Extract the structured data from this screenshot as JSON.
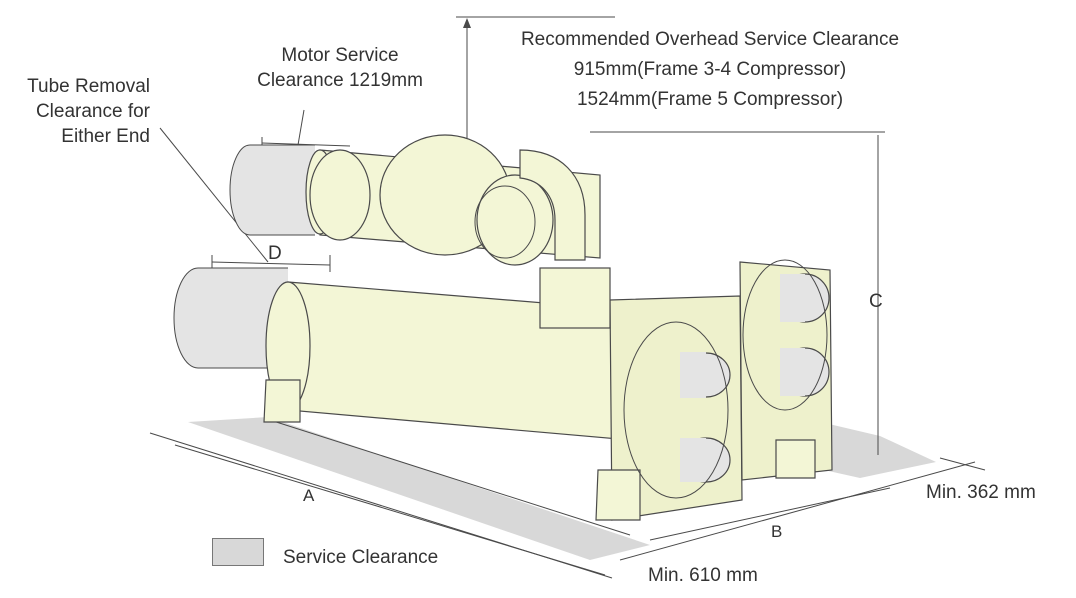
{
  "labels": {
    "motor_clearance": [
      "Motor Service",
      "Clearance 1219mm"
    ],
    "tube_removal": [
      "Tube Removal",
      "Clearance for",
      "Either End"
    ],
    "overhead": [
      "Recommended Overhead Service Clearance",
      "915mm(Frame 3-4 Compressor)",
      "1524mm(Frame 5 Compressor)"
    ],
    "dim_a": "A",
    "dim_b": "B",
    "dim_c": "C",
    "dim_d": "D",
    "min_362": "Min. 362 mm",
    "min_610": "Min. 610 mm",
    "legend": "Service Clearance"
  },
  "colors": {
    "body": "#f3f6d6",
    "body_shade": "#e6eac0",
    "gray_body": "#e4e4e4",
    "clearance_fill": "#d8d8d8",
    "line": "#4a4a4a"
  }
}
